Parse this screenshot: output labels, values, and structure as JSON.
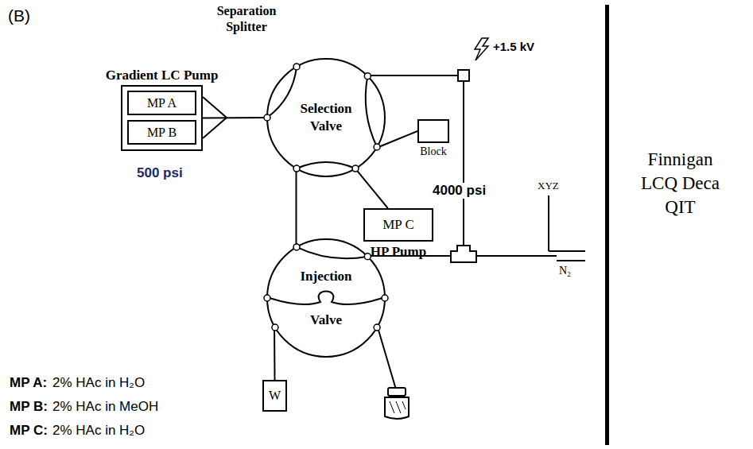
{
  "diagram": {
    "nodes": [
      {
        "text": [
          "Gradient LC Pump"
        ]
      },
      {
        "text": [
          "MP A"
        ],
        "in": 0
      },
      {
        "text": [
          "MP B"
        ],
        "in": 0
      },
      {
        "text": [
          "Selection Valve"
        ]
      },
      {
        "text": [
          "Block"
        ]
      },
      {
        "text": [
          "MP C",
          "HP Pump"
        ]
      },
      {
        "text": [
          "Injection Valve"
        ]
      },
      {
        "text": [
          "W"
        ]
      }
    ],
    "edges": [
      {
        "from": 0,
        "to": 3,
        "arrow": "none"
      },
      {
        "from": 3,
        "to": 4,
        "arrow": "none"
      },
      {
        "from": 3,
        "to": 5,
        "arrow": "none"
      },
      {
        "from": 3,
        "to": 6,
        "arrow": "none"
      },
      {
        "from": 6,
        "to": 7,
        "arrow": "none"
      }
    ],
    "labels": [
      "(B)",
      "Separation Splitter",
      "+1.5 kV",
      "500 psi",
      "4000 psi",
      "XYZ",
      "N₂",
      "Finnigan LCQ Deca QIT",
      "MP A:",
      "2% HAc in H₂O",
      "MP B:",
      "2% HAc in MeOH",
      "MP C:",
      "2% HAc in H₂O"
    ]
  }
}
